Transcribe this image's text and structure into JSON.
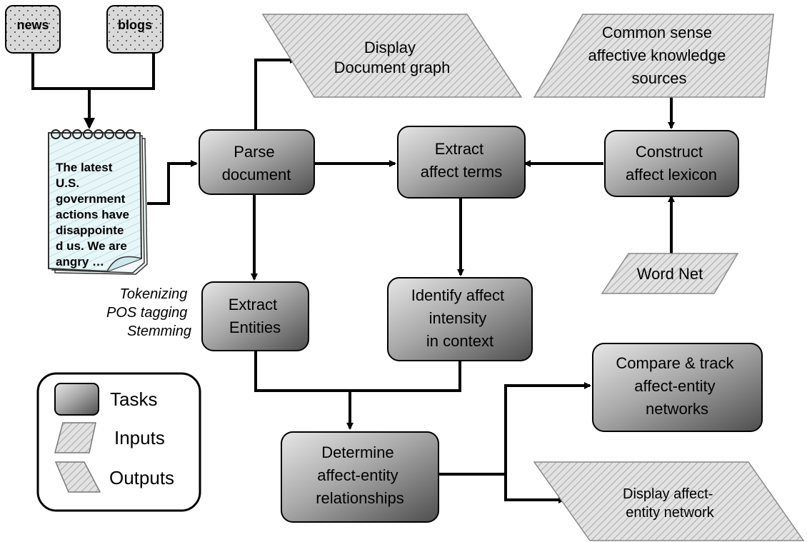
{
  "sources": {
    "news": "news",
    "blogs": "blogs"
  },
  "notepad": {
    "lines": [
      "The latest",
      "U.S.",
      "government",
      "actions have",
      "disappointe",
      "d us. We are",
      "angry …"
    ]
  },
  "preprocessing": {
    "lines": [
      "Tokenizing",
      "POS tagging",
      "Stemming"
    ]
  },
  "tasks": {
    "parse_document": [
      "Parse",
      "document"
    ],
    "extract_affect_terms": [
      "Extract",
      "affect terms"
    ],
    "construct_affect_lexicon": [
      "Construct",
      "affect lexicon"
    ],
    "extract_entities": [
      "Extract",
      "Entities"
    ],
    "identify_affect_intensity": [
      "Identify affect",
      "intensity",
      "in context"
    ],
    "determine_relationships": [
      "Determine",
      "affect-entity",
      "relationships"
    ],
    "compare_track": [
      "Compare & track",
      "affect-entity",
      "networks"
    ]
  },
  "inputs": {
    "common_sense": [
      "Common sense",
      "affective knowledge",
      "sources"
    ],
    "word_net": [
      "Word Net"
    ]
  },
  "outputs": {
    "display_document_graph": [
      "Display",
      "Document graph"
    ],
    "display_network": [
      "Display affect-",
      "entity network"
    ]
  },
  "legend": {
    "tasks": "Tasks",
    "inputs": "Inputs",
    "outputs": "Outputs"
  },
  "colors": {
    "task_light": "#d8d8d8",
    "task_dark": "#5a5a5a",
    "hatch_bg": "#e2e2e2",
    "hatch_line": "#a8a8a8",
    "notepad_fill": "#e9f6f8"
  }
}
